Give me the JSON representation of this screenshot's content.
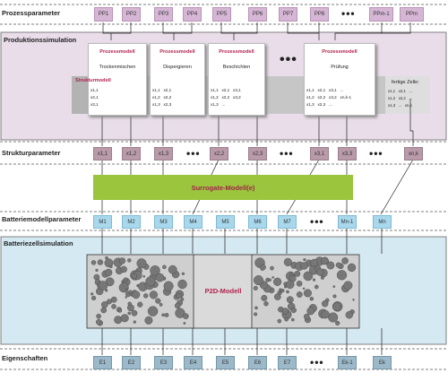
{
  "rows": {
    "process_params": "Prozessparameter",
    "production_sim": "Produktionssimulation",
    "structure_params": "Strukturparameter",
    "battery_model_params": "Batteriemodellparameter",
    "cell_sim": "Batteriezellsimulation",
    "properties": "Eigenschaften"
  },
  "process_params": [
    "PP1",
    "PP2",
    "PP3",
    "PP4",
    "PP5",
    "PP6",
    "PP7",
    "PP8",
    "PPm-1",
    "PPm"
  ],
  "process_models": [
    {
      "title": "Prozessmodell",
      "name": "Trockenmischen"
    },
    {
      "title": "Prozessmodell",
      "name": "Dispergieren"
    },
    {
      "title": "Prozessmodell",
      "name": "Beschichten"
    },
    {
      "title": "Prozessmodell",
      "name": "Prüfung"
    }
  ],
  "structure_model": "Strukturmodell",
  "finished_cell": "fertige Zelle:",
  "x_groups": [
    "x1,1\nx2,1\nx3,1",
    "x1,1   x2,1\nx1,2   x2,2\nx1,3   x2,3",
    "x1,1   x2,1   x3,1\nx1,2   x2,2   x3,2\nx1,3   ...",
    "x1,1   x2,1   x3,1   ...\nx1,2   x2,2   x3,2   xn,k-1\nx1,3   x2,3   ...",
    "x1,1   x2,1   ...\nx1,2   x2,2   ...\nx1,3   ...   xn,k"
  ],
  "structure_params": [
    "x1,1",
    "x1,2",
    "x1,3",
    "x2,2",
    "x2,3",
    "x3,1",
    "x3,3",
    "xn,k"
  ],
  "surrogate": "Surrogate-Modell(e)",
  "model_params": [
    "M1",
    "M2",
    "M3",
    "M4",
    "M5",
    "M6",
    "M7",
    "Mn-1",
    "Mn"
  ],
  "p2d": "P2D-Modell",
  "properties": [
    "E1",
    "E2",
    "E3",
    "E4",
    "E5",
    "E6",
    "E7",
    "Ek-1",
    "Ek"
  ],
  "ellipsis": "•••",
  "colors": {
    "accent": "#b0244e",
    "surrogate": "#9bc53d",
    "process_band": "#e9dde9",
    "cell_band": "#d4e9f1"
  }
}
